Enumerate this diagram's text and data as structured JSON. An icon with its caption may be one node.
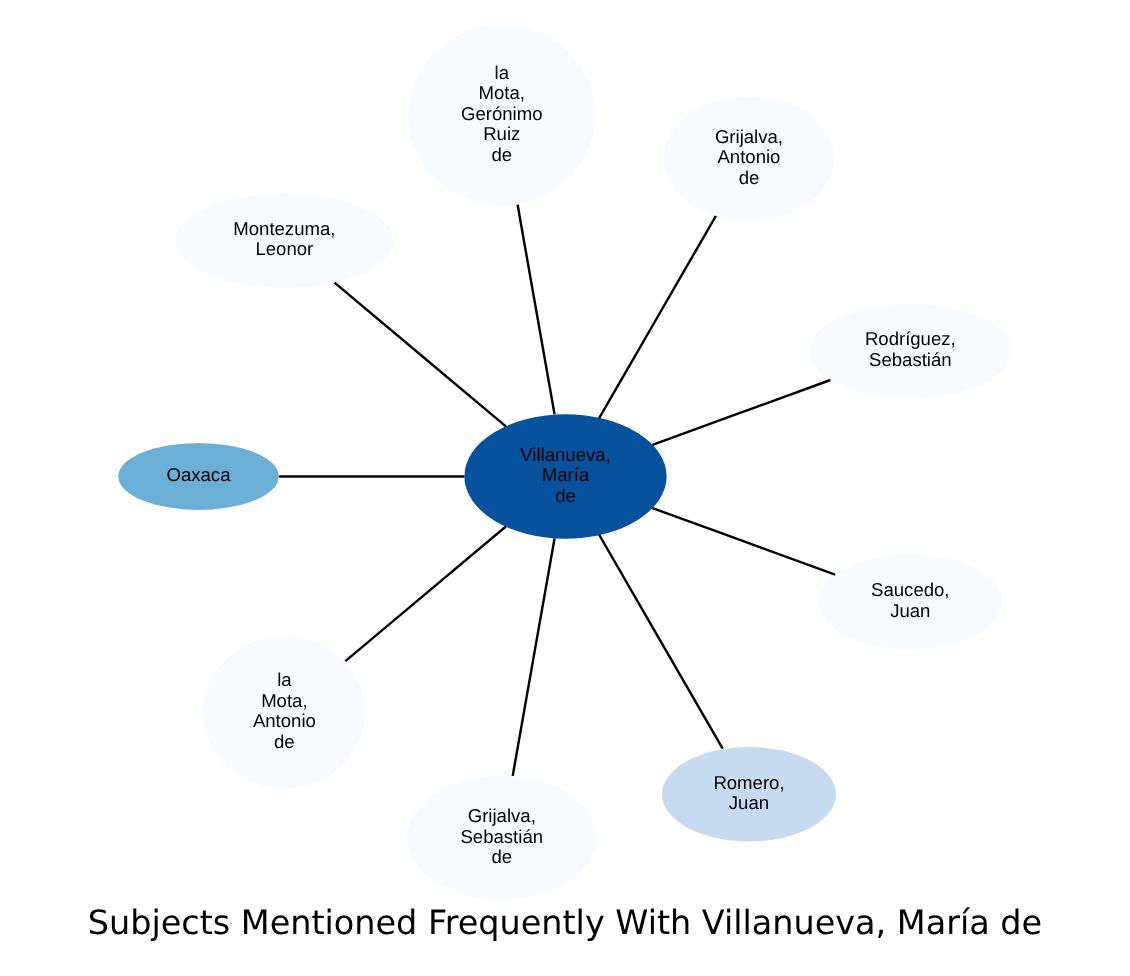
{
  "diagram": {
    "title": "Subjects Mentioned Frequently With Villanueva, María de",
    "nodes": [
      {
        "text": [
          "Montezuma, Leonor"
        ]
      },
      {
        "text": [
          "la Mota, Gerónimo Ruiz de"
        ]
      },
      {
        "text": [
          "Grijalva, Antonio de"
        ]
      },
      {
        "text": [
          "la Mota, Antonio de"
        ]
      },
      {
        "text": [
          "Oaxaca"
        ]
      },
      {
        "text": [
          "Villanueva, María de"
        ]
      },
      {
        "text": [
          "Rodríguez, Sebastián"
        ]
      },
      {
        "text": [
          "Grijalva, Sebastián de"
        ]
      },
      {
        "text": [
          "Romero, Juan"
        ]
      },
      {
        "text": [
          "Saucedo, Juan"
        ]
      }
    ],
    "edges": [
      {
        "from": 5,
        "to": 6,
        "arrow": "none"
      },
      {
        "from": 5,
        "to": 2,
        "arrow": "none"
      },
      {
        "from": 5,
        "to": 1,
        "arrow": "none"
      },
      {
        "from": 5,
        "to": 0,
        "arrow": "none"
      },
      {
        "from": 5,
        "to": 4,
        "arrow": "none"
      },
      {
        "from": 5,
        "to": 3,
        "arrow": "none"
      },
      {
        "from": 5,
        "to": 7,
        "arrow": "none"
      },
      {
        "from": 5,
        "to": 8,
        "arrow": "none"
      },
      {
        "from": 5,
        "to": 9,
        "arrow": "none"
      }
    ]
  }
}
